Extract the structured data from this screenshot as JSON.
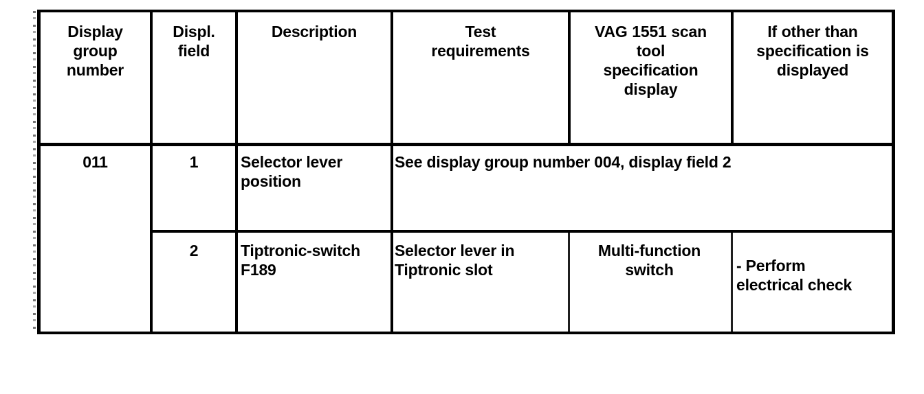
{
  "document": {
    "type": "scanned-service-manual-table",
    "page_background": "#ffffff",
    "ink_color": "#000000"
  },
  "table": {
    "columns": [
      {
        "key": "display_group_number",
        "header": "Display\ngroup\nnumber",
        "align": "center"
      },
      {
        "key": "display_field",
        "header": "Displ.\nfield",
        "align": "center"
      },
      {
        "key": "description",
        "header": "Description",
        "align": "center"
      },
      {
        "key": "test_requirements",
        "header": "Test\nrequirements",
        "align": "center"
      },
      {
        "key": "scan_tool_spec",
        "header": "VAG 1551 scan\ntool\nspecification\ndisplay",
        "align": "center"
      },
      {
        "key": "if_other_than_spec",
        "header": "If other than\nspecification is\ndisplayed",
        "align": "center"
      }
    ],
    "header": {
      "col1_line1": "Display",
      "col1_line2": "group",
      "col1_line3": "number",
      "col2_line1": "Displ.",
      "col2_line2": "field",
      "col3_line1": "Description",
      "col4_line1": "Test",
      "col4_line2": "requirements",
      "col5_line1": "VAG 1551 scan",
      "col5_line2": "tool",
      "col5_line3": "specification",
      "col5_line4": "display",
      "col6_line1": "If other than",
      "col6_line2": "specification is",
      "col6_line3": "displayed"
    },
    "rows": [
      {
        "row_id": "row-1",
        "display_group_number": "011",
        "display_field": "1",
        "description_line1": "Selector lever",
        "description_line2": "position",
        "merged_note": "See display group number 004, display field 2",
        "merged_columns": [
          "test_requirements",
          "scan_tool_spec",
          "if_other_than_spec"
        ]
      },
      {
        "row_id": "row-2",
        "display_group_number": "",
        "display_field": "2",
        "description_line1": "Tiptronic-switch",
        "description_line2": "F189",
        "test_requirements_line1": "Selector lever in",
        "test_requirements_line2": "Tiptronic slot",
        "scan_tool_spec_line1": "Multi-function",
        "scan_tool_spec_line2": "switch",
        "if_other_than_spec_line1": "- Perform",
        "if_other_than_spec_line2": "electrical check"
      }
    ]
  }
}
